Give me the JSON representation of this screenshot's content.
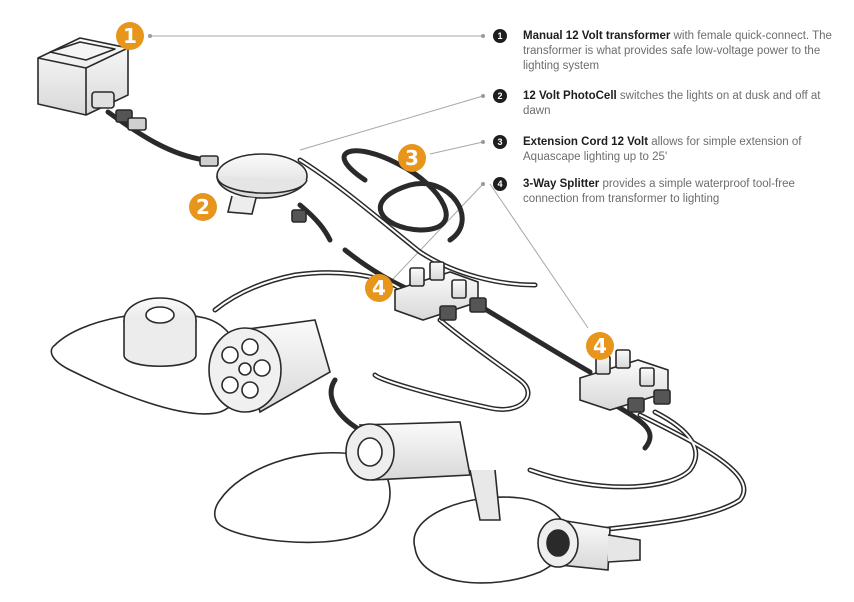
{
  "legend": [
    {
      "num": "1",
      "name": "Manual 12 Volt transformer",
      "desc": " with female quick-connect. The transformer is what provides safe low-voltage power to the lighting system"
    },
    {
      "num": "2",
      "name": "12 Volt PhotoCell",
      "desc": " switches the lights on at dusk and off at dawn"
    },
    {
      "num": "3",
      "name": "Extension Cord 12 Volt",
      "desc": " allows for simple extension of Aquascape lighting up to 25'"
    },
    {
      "num": "4",
      "name": "3-Way Splitter",
      "desc": " provides a simple waterproof tool-free connection from transformer to lighting"
    }
  ],
  "badges": {
    "one": "1",
    "two": "2",
    "three": "3",
    "four": "4"
  },
  "colors": {
    "badge": "#e8951c",
    "line": "#2a2a2a",
    "leader": "#9a9a9a",
    "legend_text": "#6d6d6d",
    "legend_name": "#1e1e1e"
  }
}
